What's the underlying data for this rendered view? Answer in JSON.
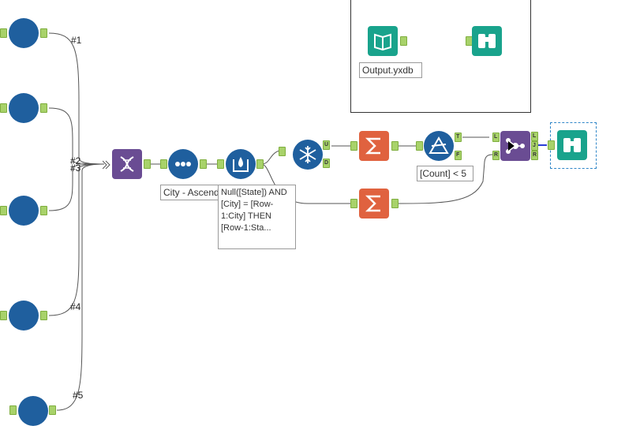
{
  "connection_labels": [
    "#1",
    "#2",
    "#3",
    "#4",
    "#5"
  ],
  "annotations": {
    "output_file": "Output.yxdb",
    "sort": "City - Ascending",
    "formula": "Null([State]) AND [City] = [Row-1:City] THEN [Row-1:Sta...",
    "filter": "[Count] < 5"
  },
  "anchors": {
    "unique_top": "U",
    "unique_bottom": "D",
    "filter_true": "T",
    "filter_false": "F",
    "join_left_in": "L",
    "join_right_in": "R",
    "join_out_left": "L",
    "join_out_join": "J",
    "join_out_right": "R"
  },
  "colors": {
    "input_blue": "#1f5f9e",
    "anchor_green": "#a8d26a",
    "union_purple": "#6a4c93",
    "summarize_orange": "#e0623f",
    "browse_teal": "#19a38c",
    "filter_blue": "#1f5f9e"
  },
  "icons": [
    "input-data-icon",
    "union-icon",
    "sort-icon",
    "multi-row-formula-icon",
    "unique-icon",
    "summarize-icon",
    "filter-icon",
    "join-icon",
    "browse-icon",
    "output-book-icon"
  ]
}
